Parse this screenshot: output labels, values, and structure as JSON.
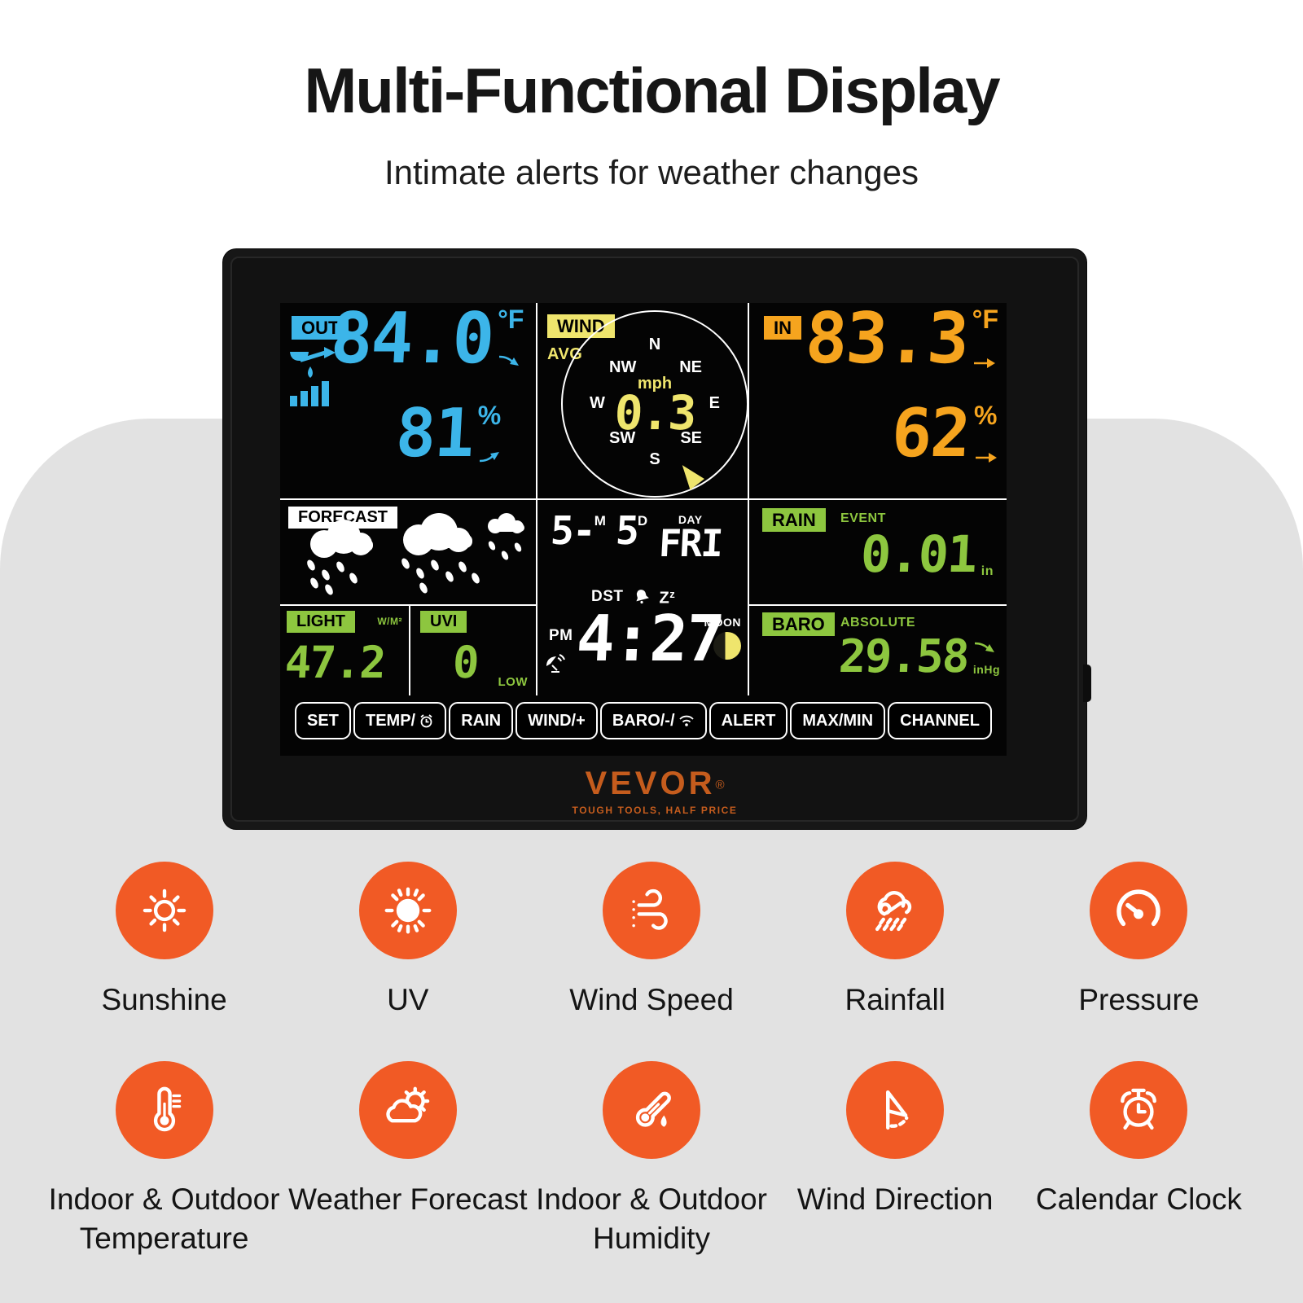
{
  "page": {
    "title": "Multi-Functional Display",
    "subtitle": "Intimate alerts for weather changes"
  },
  "device": {
    "out": {
      "badge": "OUT",
      "temp": "84.0",
      "temp_unit": "°F",
      "humidity": "81",
      "humidity_unit": "%"
    },
    "wind": {
      "badge": "WIND",
      "avg": "AVG",
      "unit": "mph",
      "speed": "0.3",
      "dirs": {
        "n": "N",
        "ne": "NE",
        "e": "E",
        "se": "SE",
        "s": "S",
        "sw": "SW",
        "w": "W",
        "nw": "NW"
      }
    },
    "indoor": {
      "badge": "IN",
      "temp": "83.3",
      "temp_unit": "°F",
      "humidity": "62",
      "humidity_unit": "%"
    },
    "forecast": {
      "badge": "FORECAST"
    },
    "clock": {
      "month": "5-",
      "month_sup": "M",
      "day": "5",
      "day_sup": "D",
      "day_label": "DAY",
      "weekday": "FRI",
      "dst": "DST",
      "sleep_main": "Z",
      "sleep_sup": "z",
      "ampm": "PM",
      "time": "4:27",
      "moon_label": "MOON"
    },
    "rain": {
      "badge": "RAIN",
      "sublabel": "EVENT",
      "value": "0.01",
      "unit": "in"
    },
    "light": {
      "badge": "LIGHT",
      "unit": "W/M²",
      "value": "47.2"
    },
    "uvi": {
      "badge": "UVI",
      "value": "0",
      "level": "LOW"
    },
    "baro": {
      "badge": "BARO",
      "sublabel": "ABSOLUTE",
      "value": "29.58",
      "unit": "inHg"
    },
    "buttons": [
      {
        "label": "SET"
      },
      {
        "label": "TEMP/",
        "icon": "alarm-clock"
      },
      {
        "label": "RAIN"
      },
      {
        "label": "WIND/+"
      },
      {
        "label": "BARO/-/",
        "icon": "wifi"
      },
      {
        "label": "ALERT"
      },
      {
        "label": "MAX/MIN"
      },
      {
        "label": "CHANNEL"
      }
    ],
    "brand": {
      "name": "VEVOR",
      "reg": "®",
      "tagline": "TOUGH TOOLS, HALF PRICE"
    }
  },
  "features": {
    "row1": [
      {
        "icon": "sun-outline-icon",
        "label": "Sunshine"
      },
      {
        "icon": "sun-filled-icon",
        "label": "UV"
      },
      {
        "icon": "wind-icon",
        "label": "Wind Speed"
      },
      {
        "icon": "rain-cloud-icon",
        "label": "Rainfall"
      },
      {
        "icon": "gauge-icon",
        "label": "Pressure"
      }
    ],
    "row2": [
      {
        "icon": "thermometer-icon",
        "label": "Indoor & Outdoor Temperature"
      },
      {
        "icon": "sun-cloud-icon",
        "label": "Weather Forecast"
      },
      {
        "icon": "humidity-thermometer-icon",
        "label": "Indoor & Outdoor Humidity"
      },
      {
        "icon": "wind-vane-icon",
        "label": "Wind Direction"
      },
      {
        "icon": "alarm-clock-icon",
        "label": "Calendar Clock"
      }
    ]
  },
  "colors": {
    "lcd_blue": "#3cb5e9",
    "lcd_orange": "#f6a41e",
    "lcd_yellow": "#efe56d",
    "lcd_green": "#8dc63f",
    "icon_orange": "#f15a25",
    "brand_orange": "#c55c1d"
  }
}
